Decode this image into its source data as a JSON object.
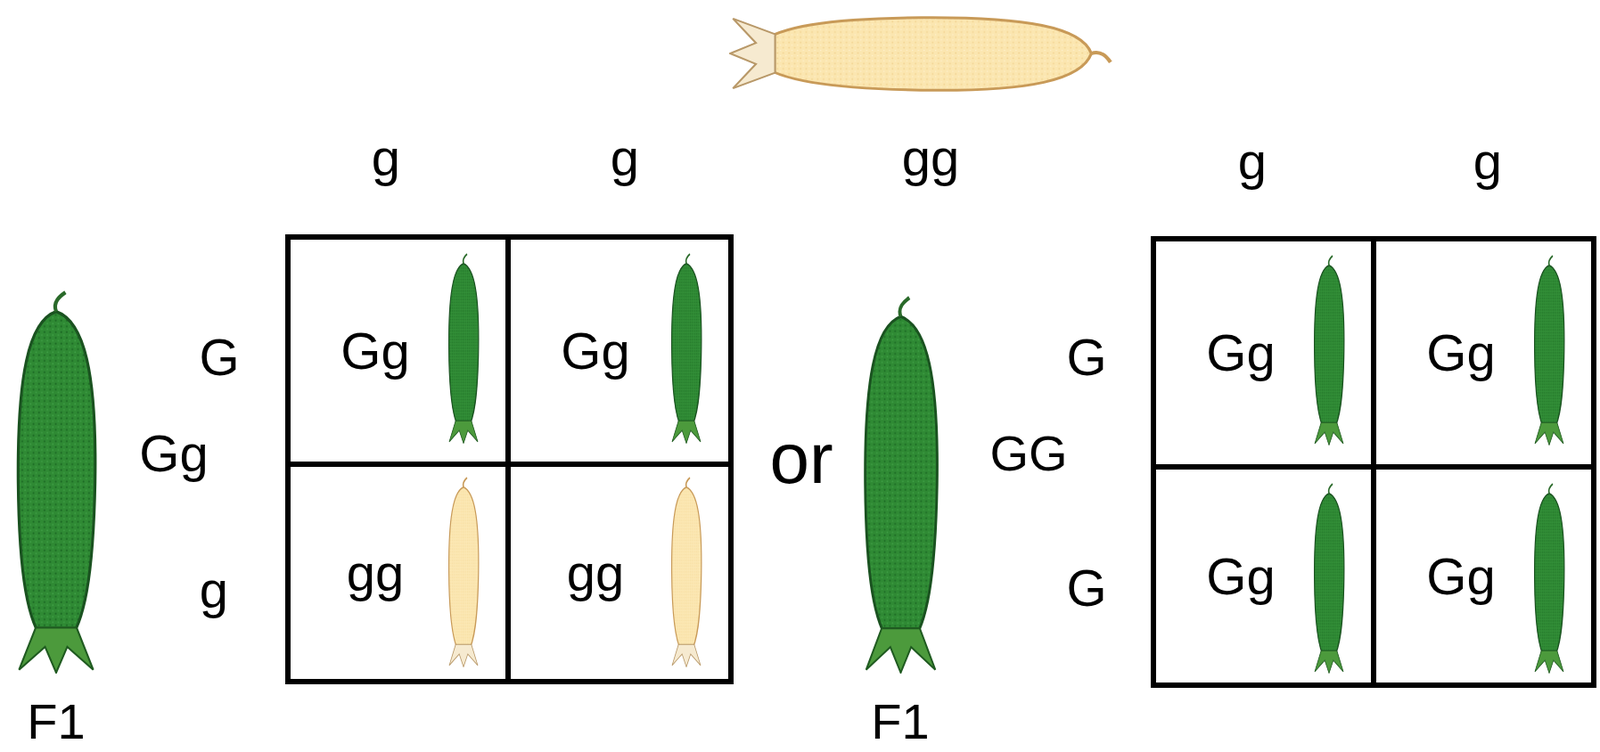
{
  "diagram": {
    "nodes": [
      {
        "text": [
          "Gg"
        ]
      },
      {
        "text": [
          "Gg"
        ]
      },
      {
        "text": [
          "gg"
        ]
      },
      {
        "text": [
          "gg"
        ]
      },
      {
        "text": [
          "Gg"
        ]
      },
      {
        "text": [
          "Gg"
        ]
      },
      {
        "text": [
          "Gg"
        ]
      },
      {
        "text": [
          "Gg"
        ]
      }
    ],
    "labels": [
      "gg",
      "g",
      "g",
      "g",
      "g",
      "G",
      "G",
      "Gg",
      "or",
      "GG",
      "g",
      "G",
      "F1",
      "F1"
    ]
  }
}
